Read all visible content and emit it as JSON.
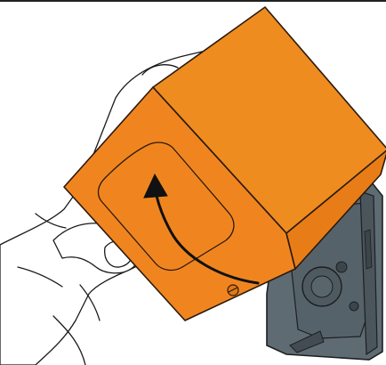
{
  "figure": {
    "description_items": [
      {
        "id": "hand"
      },
      {
        "id": "orange-device-housing"
      },
      {
        "id": "gray-mounting-bracket"
      },
      {
        "id": "rotation-arrow"
      }
    ]
  },
  "colors": {
    "housing_front": "#f0851f",
    "housing_top": "#ee8c1f",
    "housing_edge": "#2a1a0e",
    "bracket_fill": "#5f6b73",
    "bracket_dark": "#414a51",
    "arrow": "#111111",
    "hand_stroke": "#1a1a1a",
    "frame_line": "#222222"
  },
  "icons": {
    "arrow": "curved-arrow-up-icon",
    "screw": "screw-icon"
  }
}
